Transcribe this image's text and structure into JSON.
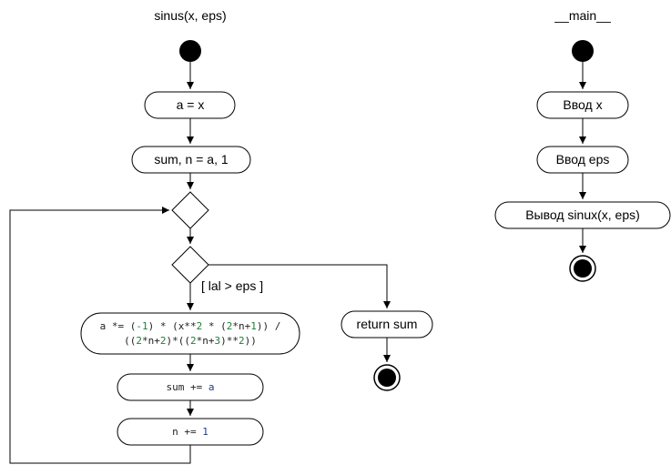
{
  "titles": {
    "sinus": "sinus(x, eps)",
    "main": "__main__"
  },
  "sinus": {
    "assign_a": "a = x",
    "assign_sum": "sum, n = a, 1",
    "guard": "[ lal > eps ]",
    "return": "return sum",
    "code1": {
      "line1": {
        "p1": "a *= (",
        "n1": "-1",
        "p2": ") * (x**",
        "n2": "2",
        "p3": " * (",
        "n3": "2",
        "p4": "*n+",
        "n4": "1",
        "p5": ")) /"
      },
      "line2": {
        "p1": "((",
        "n1": "2",
        "p2": "*n+",
        "n2": "2",
        "p3": ")*((",
        "n3": "2",
        "p4": "*n+",
        "n4": "3",
        "p5": ")**",
        "n5": "2",
        "p6": "))"
      }
    },
    "code2": {
      "p1": "sum += ",
      "v1": "a"
    },
    "code3": {
      "p1": "n += ",
      "n1": "1"
    }
  },
  "main": {
    "input_x": "Ввод x",
    "input_eps": "Ввод eps",
    "output": "Вывод sinux(x, eps)"
  }
}
